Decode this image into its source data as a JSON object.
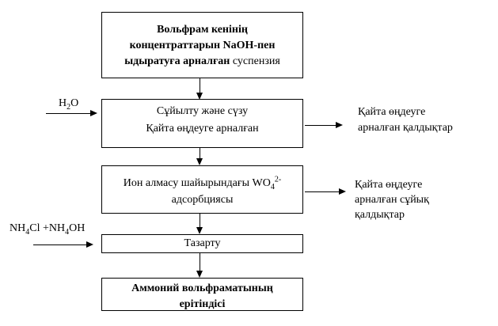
{
  "boxes": {
    "suspension": {
      "line1": "Вольфрам кенінің",
      "line2": "концентраттарын NaOH-пен",
      "line3_bold": "ыдыратуға арналған ",
      "line3_tail": "суспензия"
    },
    "dilution": {
      "line1": "Сұйылту және сүзу",
      "line2": "Қайта өңдеуге арналған",
      "line3_clipped": "қалдықтар"
    },
    "adsorption": {
      "line1_pre": "Ион алмасу шайырындағы WO",
      "line1_sub": "4",
      "line1_sup": "2-",
      "line2": "адсорбциясы"
    },
    "purification": {
      "label": "Тазарту"
    },
    "solution": {
      "line1": "Аммоний вольфраматының",
      "line2": "ерітіндісі"
    }
  },
  "inputs": {
    "water": {
      "p1": "H",
      "s1": "2",
      "p2": "O"
    },
    "reagent": {
      "p1": "NH",
      "s1": "4",
      "p2": "Cl +NH",
      "s2": "4",
      "p3": "OH"
    }
  },
  "outputs": {
    "solid_waste": {
      "line1": "Қайта өңдеуге",
      "line2": "арналған қалдықтар"
    },
    "liquid_waste": {
      "line1": "Қайта өңдеуге",
      "line2": "арналған сұйық",
      "line3": "қалдықтар"
    }
  },
  "colors": {
    "line": "#000000",
    "background": "#ffffff",
    "text": "#000000"
  }
}
